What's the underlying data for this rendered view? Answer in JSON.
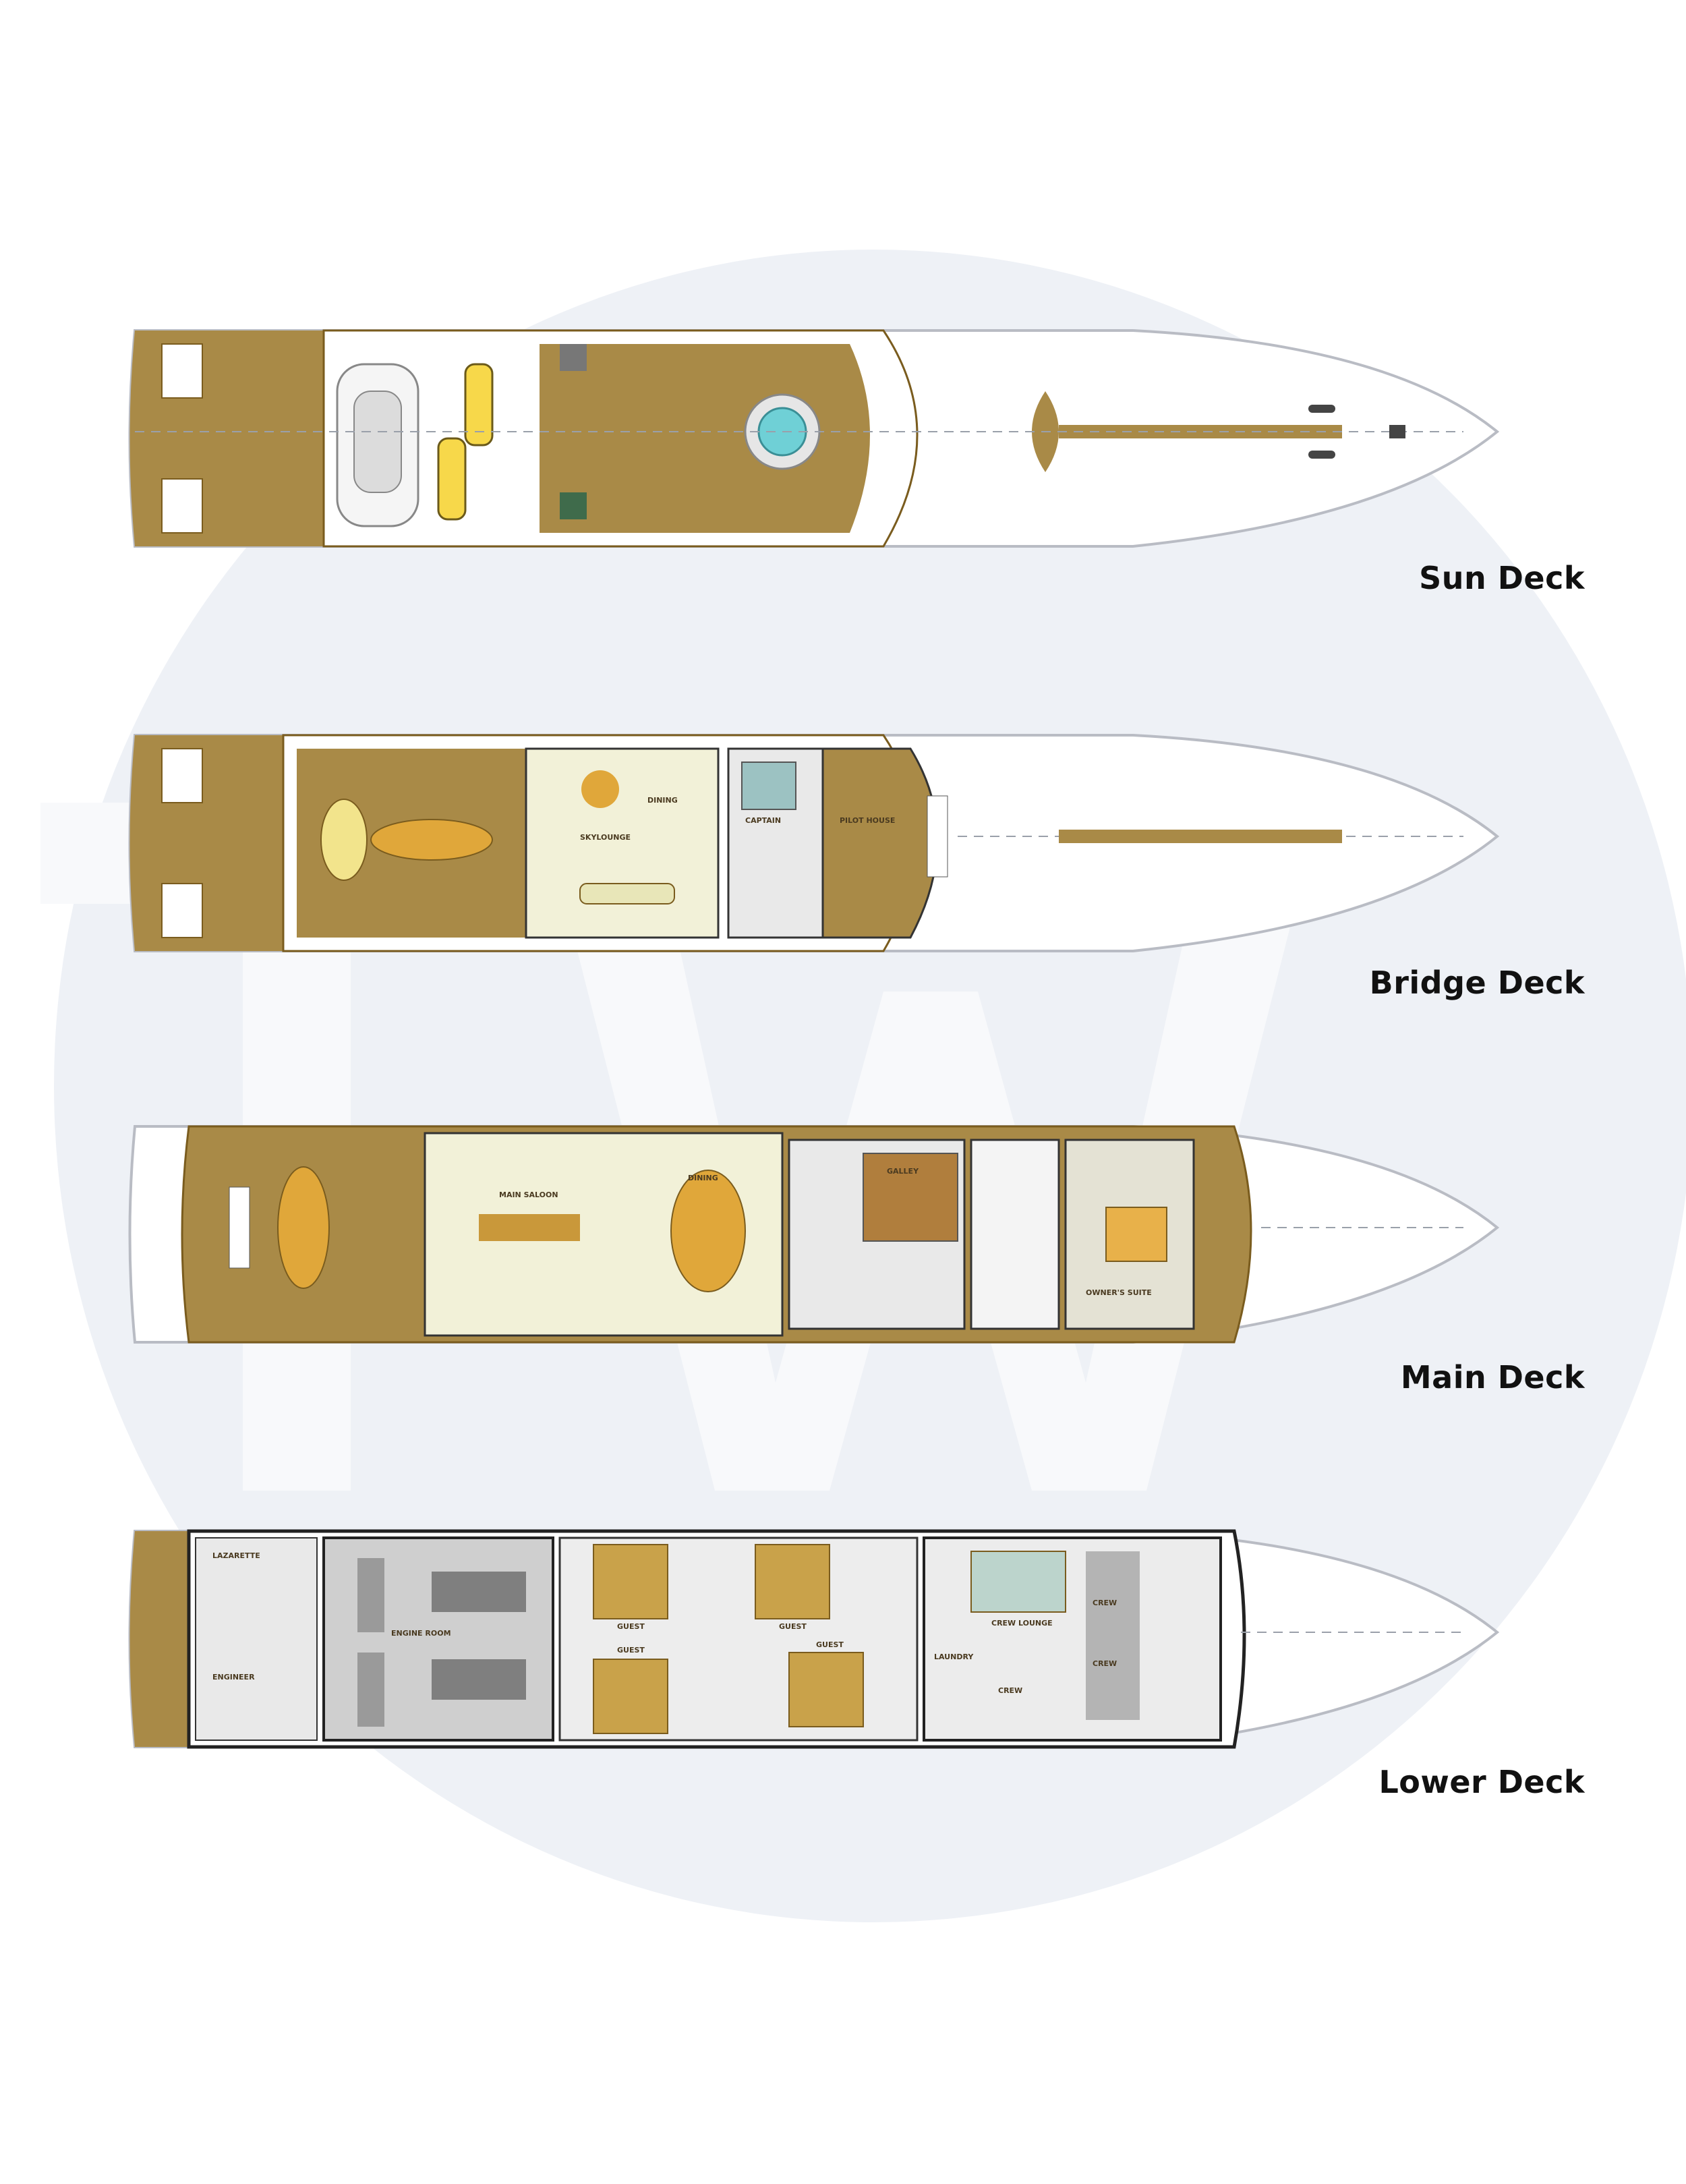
{
  "watermark": {
    "letters": "TW"
  },
  "decks": {
    "sun": {
      "label": "Sun Deck",
      "rooms": []
    },
    "bridge": {
      "label": "Bridge Deck",
      "rooms": [
        "SKYLOUNGE",
        "DINING",
        "CAPTAIN",
        "PILOT HOUSE"
      ]
    },
    "main": {
      "label": "Main Deck",
      "rooms": [
        "MAIN SALOON",
        "DINING",
        "GALLEY",
        "OWNER'S SUITE"
      ]
    },
    "lower": {
      "label": "Lower Deck",
      "rooms": [
        "LAZARETTE",
        "ENGINEER",
        "ENGINE ROOM",
        "GUEST",
        "GUEST",
        "GUEST",
        "GUEST",
        "LAUNDRY",
        "CREW LOUNGE",
        "CREW",
        "CREW",
        "CREW"
      ]
    }
  },
  "colors": {
    "teak": "#a98a47",
    "teak_dark": "#7a5c1e",
    "hull_line": "#b9bcc4",
    "cream": "#f2f1d8",
    "floor_grey": "#cfcfcf",
    "pool": "#6fd0d6"
  }
}
